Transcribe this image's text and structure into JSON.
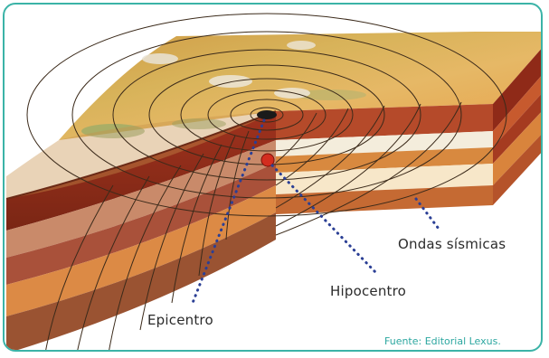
{
  "labels": {
    "waves": "Ondas sísmicas",
    "hypocenter": "Hipocentro",
    "epicenter": "Epicentro"
  },
  "source": "Fuente: Editorial Lexus.",
  "colors": {
    "frame": "#3bb3a7",
    "surface": "#d4a94e",
    "epicenter_marker": "#1a1a1a",
    "hypocenter_marker": "#d32d1f",
    "leader_lines": "#2b3f95",
    "source_text": "#2ca7a0"
  }
}
